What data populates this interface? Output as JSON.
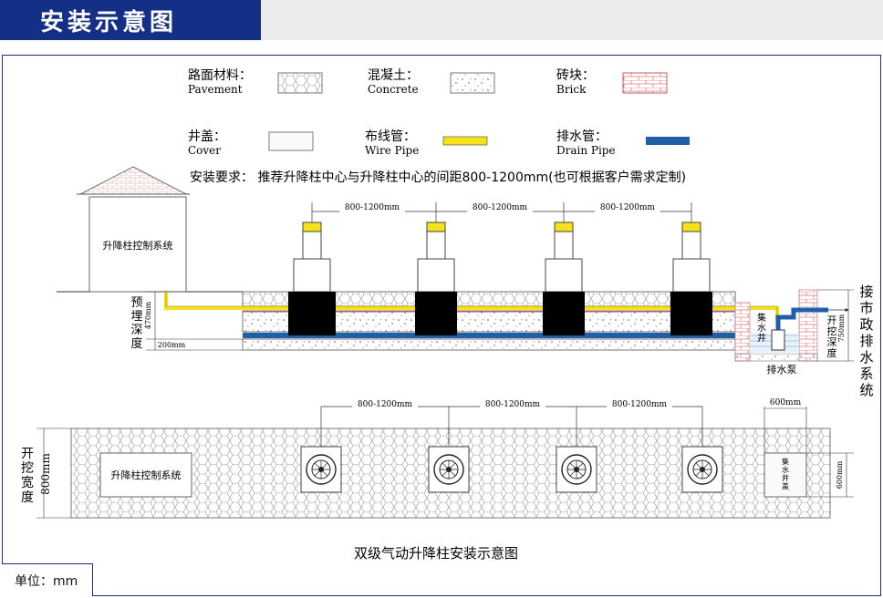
{
  "header": {
    "title": "安装示意图"
  },
  "legend": [
    {
      "cn": "路面材料：",
      "en": "Pavement",
      "swatch": "pavement"
    },
    {
      "cn": "混凝土：",
      "en": "Concrete",
      "swatch": "concrete"
    },
    {
      "cn": "砖块：",
      "en": "Brick",
      "swatch": "brick"
    },
    {
      "cn": "井盖：",
      "en": "Cover",
      "swatch": "cover"
    },
    {
      "cn": "布线管：",
      "en": "Wire Pipe",
      "swatch": "wire"
    },
    {
      "cn": "排水管：",
      "en": "Drain Pipe",
      "swatch": "drain"
    }
  ],
  "requirement": "安装要求：  推荐升降柱中心与升降柱中心的间距800-1200mm(也可根据客户需求定制)",
  "section": {
    "control_system": "升降柱控制系统",
    "spacing": "800-1200mm",
    "burial_label": [
      "预",
      "埋",
      "深",
      "度"
    ],
    "depth_470": "470mm",
    "depth_200": "200mm",
    "sump_label": [
      "集",
      "水",
      "井"
    ],
    "pump_label": "排水泵",
    "dig_depth_label": [
      "开",
      "挖",
      "深",
      "度"
    ],
    "dig_depth_value": "750mm",
    "municipal_drain": [
      "接",
      "市",
      "政",
      "排",
      "水",
      "系",
      "统"
    ]
  },
  "plan": {
    "control_system": "升降柱控制系统",
    "spacing": "800-1200mm",
    "width_label": [
      "开",
      "挖",
      "宽",
      "度"
    ],
    "width_value": "800mm",
    "sump_width": "600mm",
    "sump_height": "600mm",
    "sump_label": [
      "集",
      "水",
      "井",
      "盖"
    ]
  },
  "caption": "双级气动升降柱安装示意图",
  "unit": "单位：mm",
  "colors": {
    "title_bar": "#142f86",
    "wire_pipe": "#f5e21a",
    "drain_pipe": "#1f5fa8",
    "brick": "#e07a7a",
    "frame": "#2a2a7a"
  }
}
